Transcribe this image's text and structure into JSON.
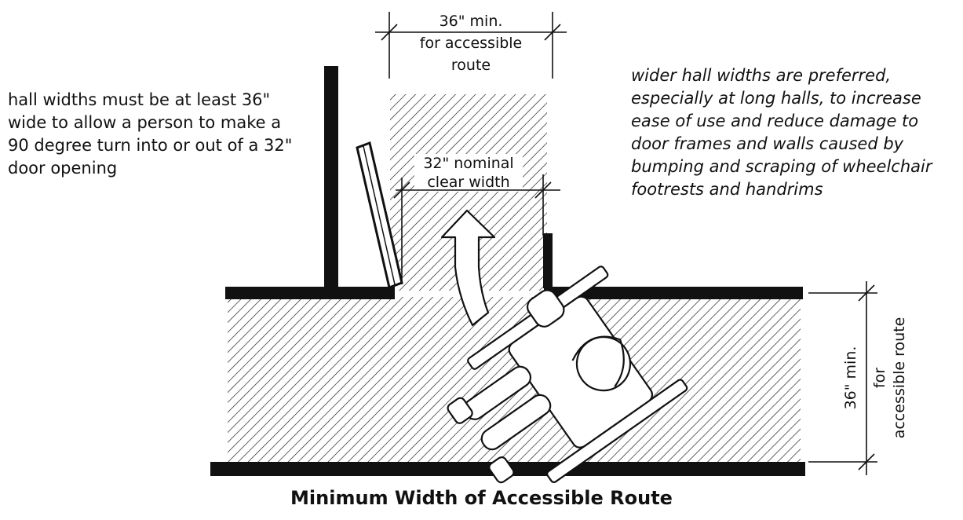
{
  "diagram": {
    "top_dimension": {
      "line1": "36\" min.",
      "line2": "for accessible",
      "line3": "route"
    },
    "door_dimension": {
      "line1": "32\" nominal",
      "line2": "clear width"
    },
    "side_dimension": {
      "line1": "36\" min.",
      "line2": "for",
      "line3": "accessible route"
    },
    "note_left": "hall widths must be at least 36\" wide to allow a person to make a 90 degree turn into or out of a 32\" door opening",
    "note_right": "wider hall widths are preferred, especially at long halls, to increase ease of use and reduce damage to door frames and walls caused by bumping and scraping of wheelchair footrests and handrims",
    "caption": "Minimum Width of Accessible Route"
  }
}
